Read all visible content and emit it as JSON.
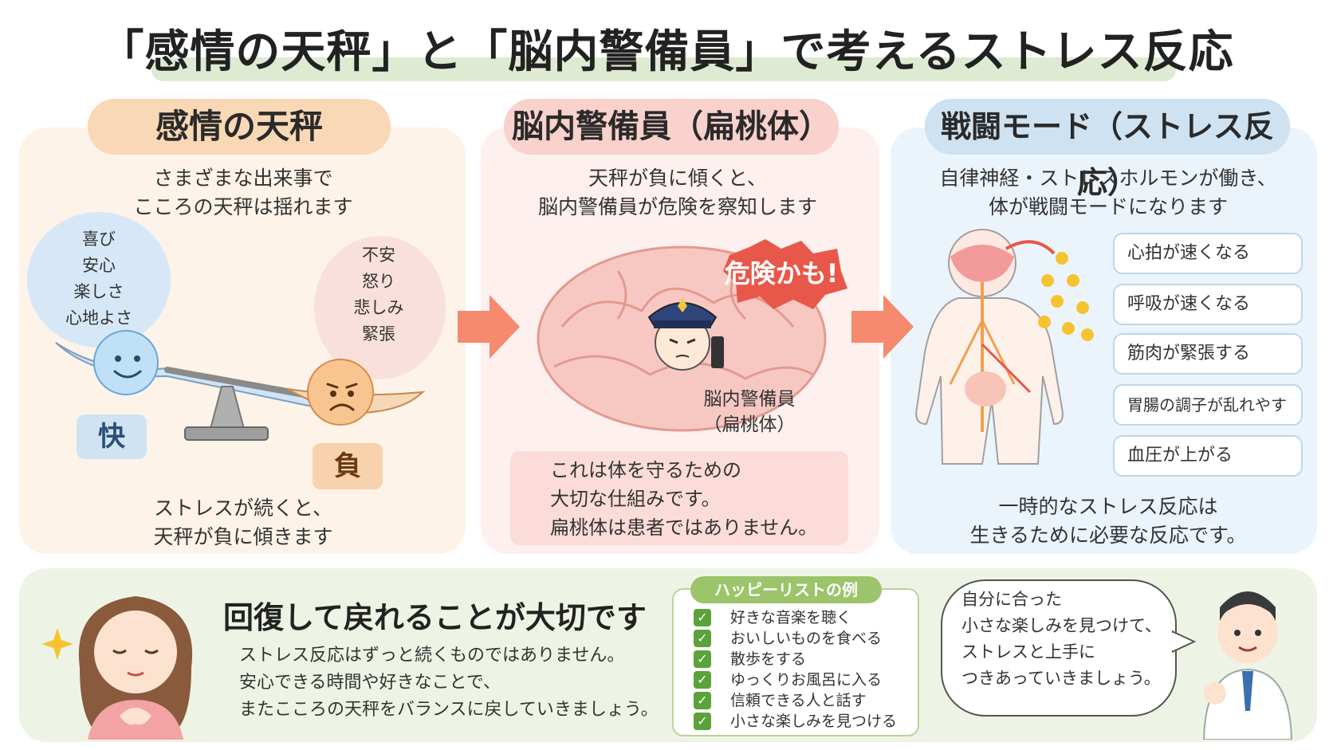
{
  "header": {
    "title": "「感情の天秤」と「脳内警備員」で考えるストレス反応"
  },
  "balance": {
    "heading": "感情の天秤",
    "intro": "さまざまな出来事で\nこころの天秤は揺れます",
    "positive_emotions": [
      "喜び",
      "安心",
      "楽しさ",
      "心地よさ"
    ],
    "negative_emotions": [
      "不安",
      "怒り",
      "悲しみ",
      "緊張"
    ],
    "positive_tag": "快",
    "negative_tag": "負",
    "outro": "ストレスが続くと、\n天秤が負に傾きます"
  },
  "guard": {
    "heading": "脳内警備員（扁桃体）",
    "intro": "天秤が負に傾くと、\n脳内警備員が危険を察知します",
    "danger": "危険かも!",
    "label": "脳内警備員\n（扁桃体）",
    "note": "これは体を守るための\n大切な仕組みです。\n扁桃体は患者ではありません。"
  },
  "fight": {
    "heading": "戦闘モード（ストレス反応）",
    "intro": "自律神経・ストレスホルモンが働き、\n体が戦闘モードになります",
    "symptoms": [
      "心拍が速くなる",
      "呼吸が速くなる",
      "筋肉が緊張する",
      "胃腸の調子が乱れやすい",
      "血圧が上がる"
    ],
    "outro": "一時的なストレス反応は\n生きるために必要な反応です。"
  },
  "recovery": {
    "title": "回復して戻れることが大切です",
    "text": "ストレス反応はずっと続くものではありません。\n安心できる時間や好きなことで、\nまたこころの天秤をバランスに戻していきましょう。",
    "happy_list_title": "ハッピーリストの例",
    "happy_list": [
      "好きな音楽を聴く",
      "おいしいものを食べる",
      "散歩をする",
      "ゆっくりお風呂に入る",
      "信頼できる人と話す",
      "小さな楽しみを見つける"
    ],
    "doctor_message": "自分に合った\n小さな楽しみを見つけて、\nストレスと上手に\nつきあっていきましょう。"
  },
  "colors": {
    "orange_panel": "#fdf3e8",
    "pink_panel": "#fdf0ee",
    "blue_panel": "#ecf4fb",
    "green_panel": "#eef4e5",
    "arrow": "#f27c62",
    "check": "#5ca23a"
  },
  "icons": [
    "smile-face-icon",
    "sad-face-icon",
    "scale-icon",
    "brain-icon",
    "police-guard-icon",
    "body-nerve-icon",
    "check-icon",
    "woman-relaxing-icon",
    "doctor-icon"
  ]
}
